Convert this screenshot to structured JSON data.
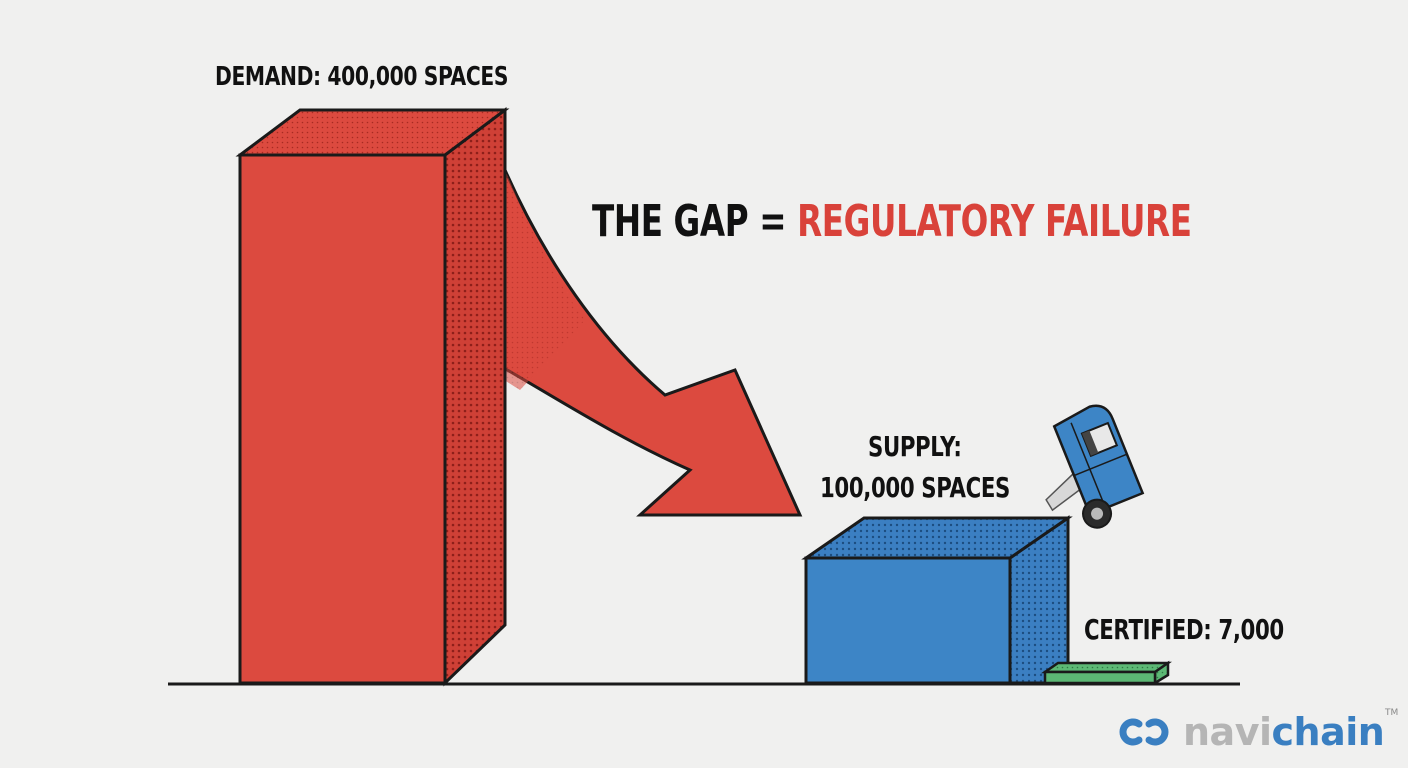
{
  "chart_data": {
    "type": "bar",
    "style": "3d-isometric-infographic",
    "title": "THE GAP = REGULATORY FAILURE",
    "categories": [
      "Demand",
      "Supply",
      "Certified"
    ],
    "values": [
      400000,
      100000,
      7000
    ],
    "unit": "spaces",
    "labels": [
      "DEMAND: 400,000 SPACES",
      "SUPPLY: 100,000 SPACES",
      "CERTIFIED: 7,000"
    ],
    "colors": [
      "#dc4a3f",
      "#3d85c6",
      "#5cb874"
    ],
    "annotations": [
      "Curved red arrow from Demand bar down to Supply bar",
      "Blue truck tipping over edge of Supply box"
    ],
    "xlabel": "",
    "ylabel": "",
    "grid": false,
    "legend": "none"
  },
  "headline": {
    "prefix": "THE GAP =",
    "emphasis": "REGULATORY FAILURE",
    "prefix_color": "#111111",
    "emphasis_color": "#d9423a"
  },
  "labels": {
    "demand": "DEMAND: 400,000 SPACES",
    "supply_line1": "SUPPLY:",
    "supply_line2": "100,000 SPACES",
    "certified": "CERTIFIED: 7,000"
  },
  "logo": {
    "part1": "navi",
    "part2": "chain",
    "tm": "TM",
    "part1_color": "#b5b5b5",
    "part2_color": "#3a7fc1"
  }
}
